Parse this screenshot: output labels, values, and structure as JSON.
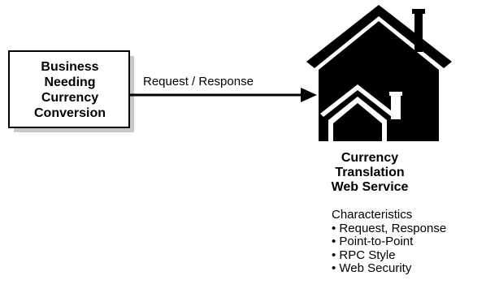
{
  "client": {
    "lines": [
      "Business",
      "Needing",
      "Currency",
      "Conversion"
    ]
  },
  "connection": {
    "label": "Request / Response"
  },
  "service": {
    "title_lines": [
      "Currency",
      "Translation",
      "Web Service"
    ],
    "icon": "house-icon"
  },
  "characteristics": {
    "heading": "Characteristics",
    "items": [
      "Request, Response",
      "Point-to-Point",
      "RPC Style",
      "Web Security"
    ]
  },
  "colors": {
    "ink": "#000000",
    "shadow": "#c8c8c8",
    "background": "#ffffff"
  }
}
